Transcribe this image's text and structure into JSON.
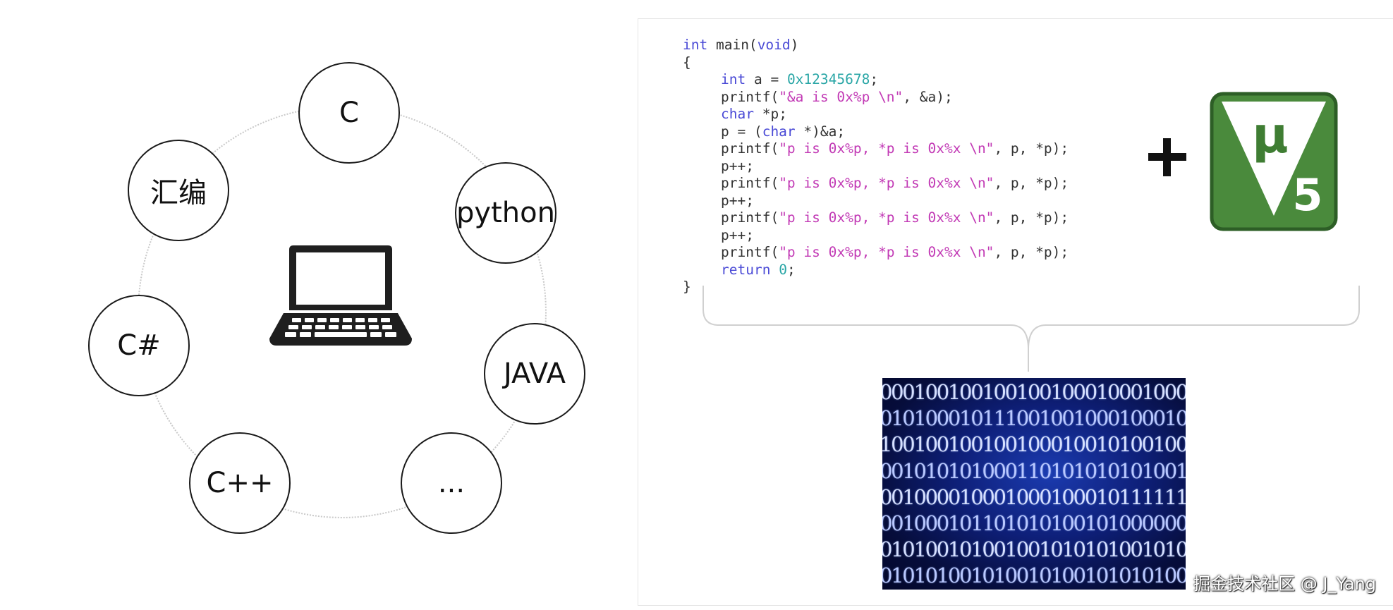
{
  "languages": {
    "c": "C",
    "python": "python",
    "java": "JAVA",
    "more": "...",
    "cpp": "C++",
    "csharp": "C#",
    "asm": "汇编"
  },
  "code": {
    "l1": {
      "kw": "int",
      "rest": " main(",
      "kw2": "void",
      "end": ")"
    },
    "l2": "{",
    "l3": {
      "kw": "int",
      "rest": " a = ",
      "num": "0x12345678",
      "end": ";"
    },
    "l4": {
      "pre": "printf(",
      "str": "\"&a is 0x%p \\n\"",
      "end": ", &a);"
    },
    "l5": {
      "kw": "char",
      "rest": " *p;"
    },
    "l6": {
      "pre": "p = (",
      "kw": "char",
      "rest": " *)&a;"
    },
    "l7": {
      "pre": "printf(",
      "str": "\"p is 0x%p, *p is 0x%x \\n\"",
      "end": ", p, *p);"
    },
    "l8": "p++;",
    "l9": {
      "pre": "printf(",
      "str": "\"p is 0x%p, *p is 0x%x \\n\"",
      "end": ", p, *p);"
    },
    "l10": "p++;",
    "l11": {
      "pre": "printf(",
      "str": "\"p is 0x%p, *p is 0x%x \\n\"",
      "end": ", p, *p);"
    },
    "l12": "p++;",
    "l13": {
      "pre": "printf(",
      "str": "\"p is 0x%p, *p is 0x%x \\n\"",
      "end": ", p, *p);"
    },
    "l14": {
      "kw": "return",
      "rest": " ",
      "num": "0",
      "end": ";"
    },
    "l15": "}"
  },
  "logo": {
    "mu": "μ",
    "five": "5",
    "colors": {
      "fill": "#4a8a3c",
      "border": "#2d5e26",
      "shape": "#ffffff"
    }
  },
  "binary_rows": [
    "00010010010010010001000100010",
    "01010001011100100100010001010",
    "10010010010010001001010010010",
    "00101010100011010101010100101",
    "00100001000100010001011111100",
    "00100010110101010010100000010",
    "01010010100100101010100101010",
    "01010100101001010010101010001"
  ],
  "watermark": "掘金技术社区 @ J_Yang"
}
